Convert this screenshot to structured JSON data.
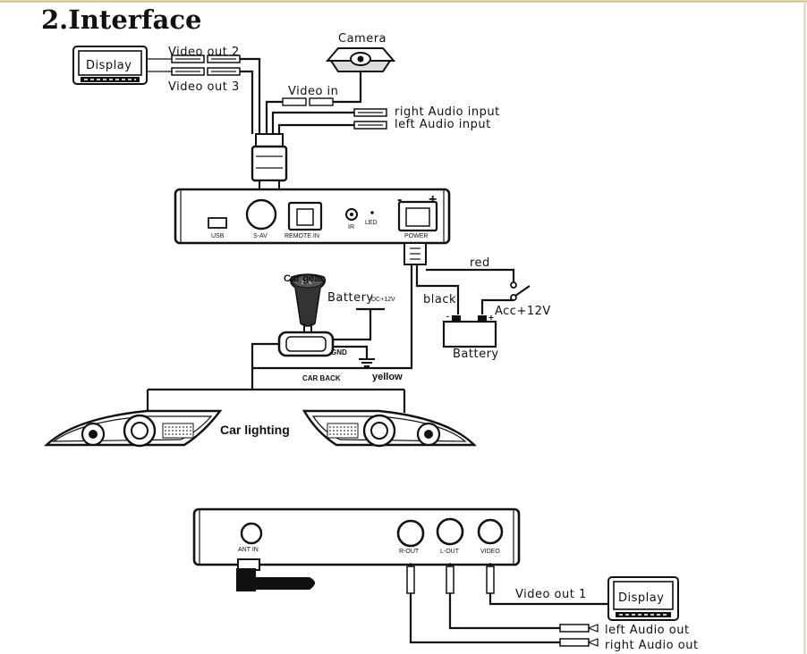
{
  "title": "2.Interface",
  "colors": {
    "line": "#111111",
    "background": "#ffffff",
    "page_border": "#c9b98a"
  },
  "top": {
    "display_label": "Display",
    "video_out_2": "Video out 2",
    "video_out_3": "Video out 3",
    "camera_label": "Camera",
    "video_in": "Video in",
    "right_audio_input": "right Audio input",
    "left_audio_input": "left Audio input",
    "ports": {
      "usb": "USB",
      "sav": "S-AV",
      "remote_in": "REMOTE IN",
      "ir": "IR",
      "led": "LED",
      "power": "POWER"
    },
    "power_minus": "-",
    "power_plus": "+",
    "red": "red",
    "black": "black",
    "acc": "Acc+12V",
    "battery_label": "Battery",
    "battery_minus": "-",
    "battery_plus": "+",
    "car_gear": "Car gear",
    "gear_knob_text": "2 4 6",
    "battery_dc": "Battery",
    "dc12": "DC+12V",
    "gnd": "GND",
    "car_back": "CAR BACK",
    "yellow": "yellow",
    "car_lighting": "Car lighting"
  },
  "bottom": {
    "ports": {
      "ant_in": "ANT IN",
      "r_out": "R-OUT",
      "l_out": "L-OUT",
      "video": "VIDEO"
    },
    "display_label": "Display",
    "video_out_1": "Video out 1",
    "left_audio_out": "left Audio out",
    "right_audio_out": "right Audio out"
  }
}
